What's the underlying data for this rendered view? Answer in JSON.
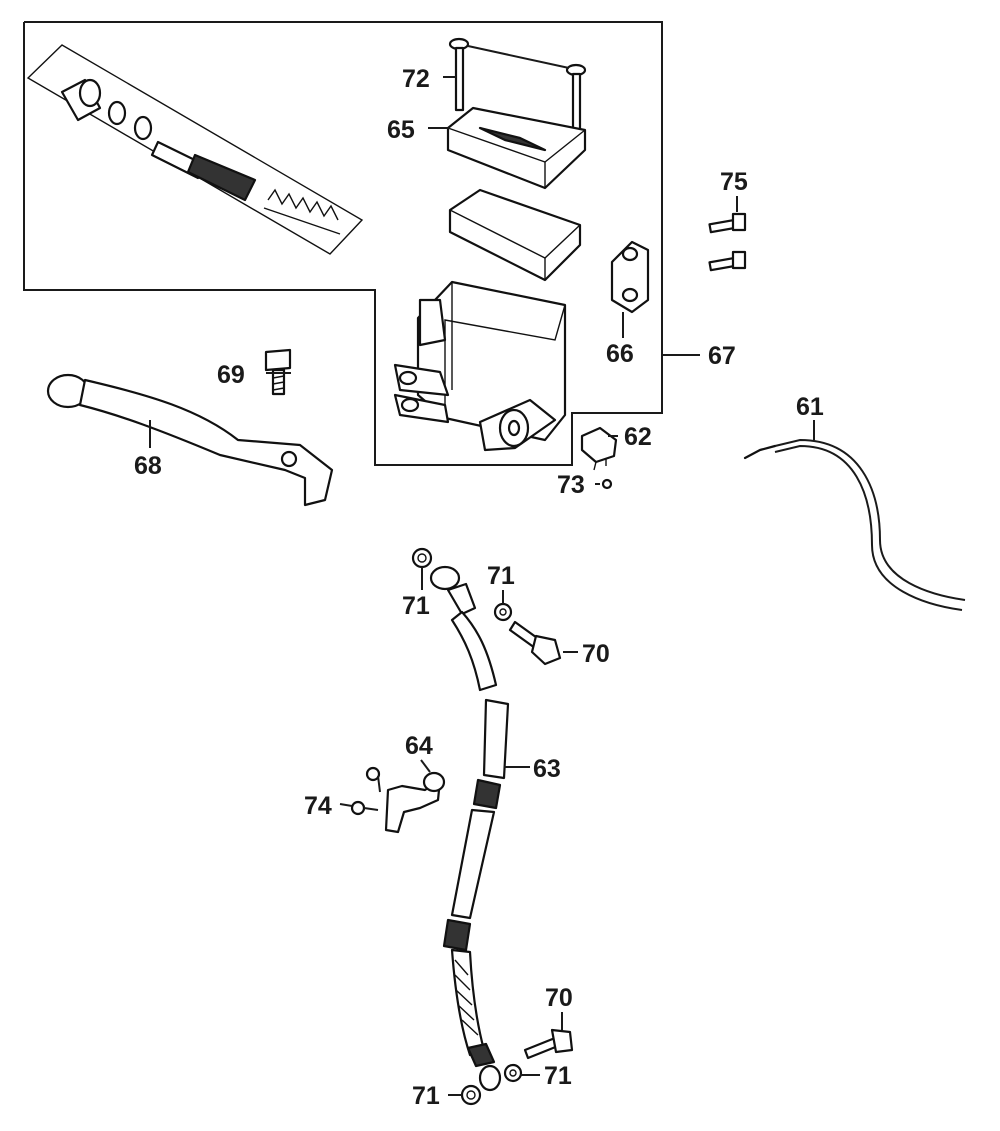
{
  "colors": {
    "ink": "#1a1a1a",
    "background": "#ffffff"
  },
  "callouts": {
    "c61": "61",
    "c62": "62",
    "c63": "63",
    "c64": "64",
    "c65": "65",
    "c66": "66",
    "c67": "67",
    "c68": "68",
    "c69": "69",
    "c70a": "70",
    "c70b": "70",
    "c71a": "71",
    "c71b": "71",
    "c71c": "71",
    "c71d": "71",
    "c72": "72",
    "c73": "73",
    "c74": "74",
    "c75": "75"
  }
}
